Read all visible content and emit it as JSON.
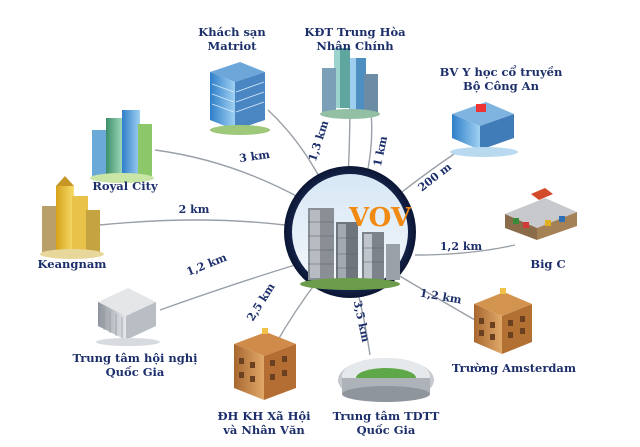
{
  "center": {
    "label": "VOV"
  },
  "locations": [
    {
      "id": "matriot",
      "lines": [
        "Khách sạn",
        "Matriot"
      ],
      "distance": "3 km"
    },
    {
      "id": "trung-hoa",
      "lines": [
        "KĐT Trung Hòa",
        "Nhân Chính"
      ],
      "distance": "1,3 km"
    },
    {
      "id": "trung-hoa-2",
      "lines": [],
      "distance": "1 km"
    },
    {
      "id": "bv-y-hoc",
      "lines": [
        "BV Y học cổ truyền",
        "Bộ Công An"
      ],
      "distance": "200 m"
    },
    {
      "id": "royal-city",
      "lines": [
        "Royal City"
      ],
      "distance": ""
    },
    {
      "id": "keangnam",
      "lines": [
        "Keangnam"
      ],
      "distance": "2 km"
    },
    {
      "id": "big-c",
      "lines": [
        "Big C"
      ],
      "distance": "1,2 km"
    },
    {
      "id": "hoi-nghi",
      "lines": [
        "Trung tâm hội nghị",
        "Quốc Gia"
      ],
      "distance": "1,2 km"
    },
    {
      "id": "dh-kh",
      "lines": [
        "ĐH KH Xã Hội",
        "và Nhân Văn"
      ],
      "distance": "2,5 km"
    },
    {
      "id": "tdtt",
      "lines": [
        "Trung tâm TDTT",
        "Quốc Gia"
      ],
      "distance": "3,5 km"
    },
    {
      "id": "amsterdam",
      "lines": [
        "Trường Amsterdam"
      ],
      "distance": "1,2 km"
    }
  ],
  "colors": {
    "label": "#1c2f6b",
    "center_text": "#f08a10",
    "line": "#9aa0a8"
  }
}
